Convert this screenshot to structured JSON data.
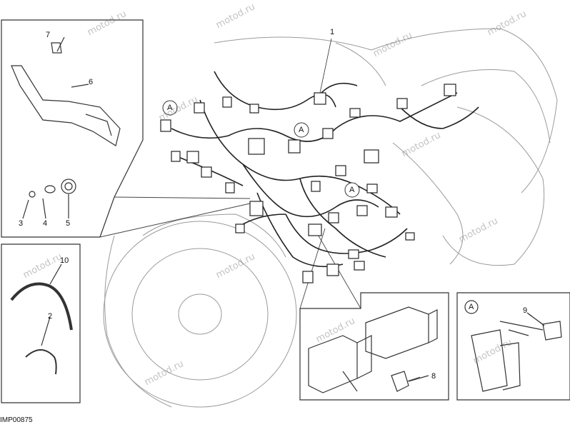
{
  "labels": {
    "p1": "1",
    "p2": "2",
    "p3": "3",
    "p4": "4",
    "p5": "5",
    "p6": "6",
    "p7": "7",
    "p8": "8",
    "p9": "9",
    "p10": "10"
  },
  "callouts": {
    "a": "A"
  },
  "drawing_code": "IMP00875",
  "watermark": "motod.ru",
  "colors": {
    "line": "#222222",
    "frame": "#333333",
    "watermark": "#8a8a8a"
  }
}
